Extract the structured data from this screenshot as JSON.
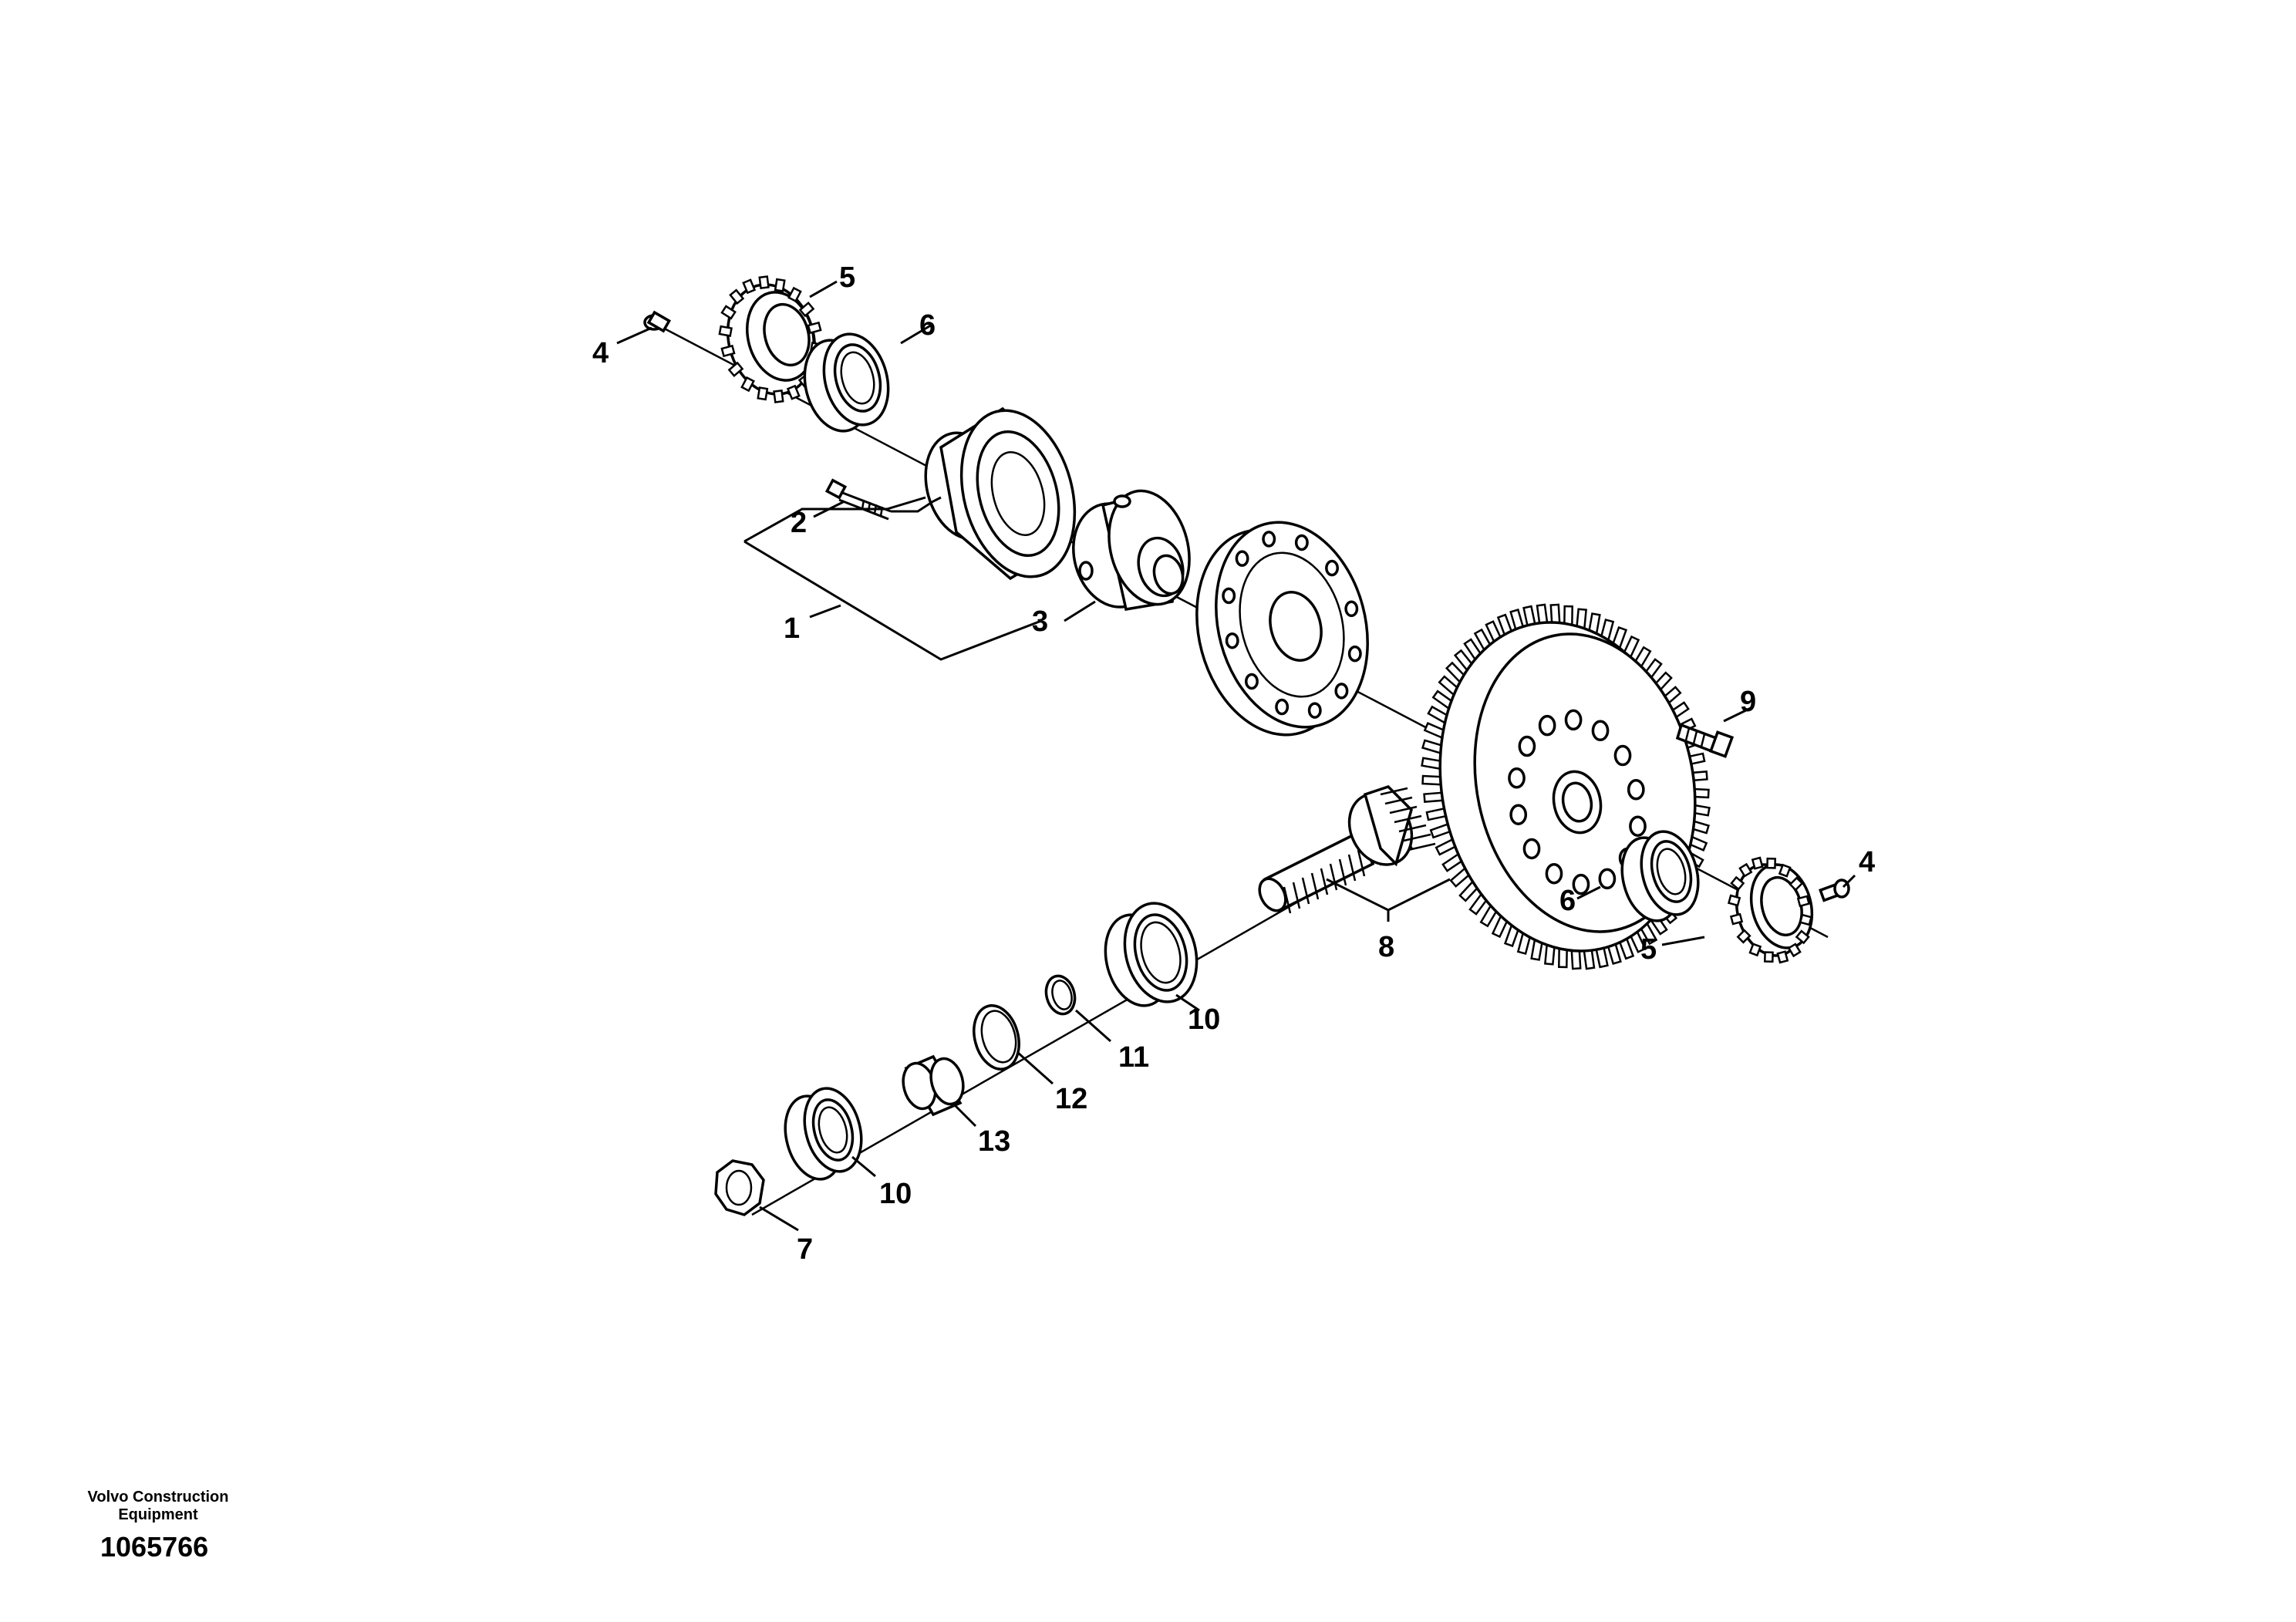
{
  "callouts": {
    "c1": "1",
    "c2": "2",
    "c3": "3",
    "c4a": "4",
    "c4b": "4",
    "c5a": "5",
    "c5b": "5",
    "c6a": "6",
    "c6b": "6",
    "c7": "7",
    "c8": "8",
    "c9": "9",
    "c10a": "10",
    "c10b": "10",
    "c11": "11",
    "c12": "12",
    "c13": "13"
  },
  "footer": {
    "company_line1": "Volvo Construction",
    "company_line2": "Equipment",
    "document_number": "1065766"
  }
}
